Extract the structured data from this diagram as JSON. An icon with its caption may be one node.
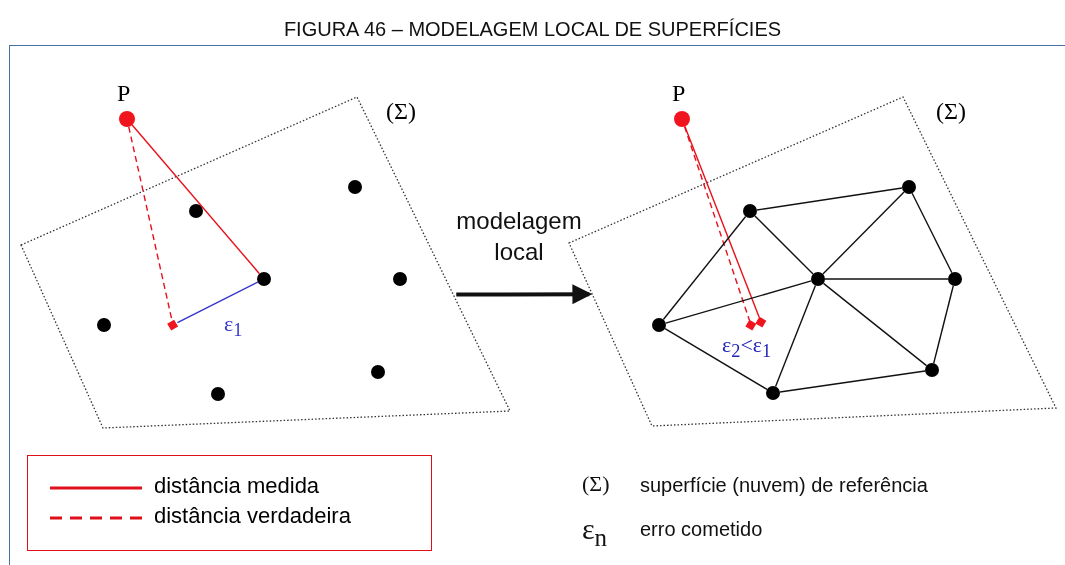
{
  "diagram": {
    "title": "FIGURA 46 – MODELAGEM LOCAL DE SUPERFÍCIES",
    "nodes": [
      {
        "text": [],
        "shape": "box",
        "beside": [
          "(Σ)"
        ]
      },
      {
        "text": [],
        "shape": "circle",
        "beside": [
          "P"
        ]
      },
      {
        "text": [],
        "shape": "diamond",
        "in": 0
      },
      {
        "text": [],
        "shape": "circle",
        "in": 0
      },
      {
        "text": [],
        "shape": "circle",
        "in": 0
      },
      {
        "text": [],
        "shape": "circle",
        "in": 0
      },
      {
        "text": [],
        "shape": "circle",
        "in": 0
      },
      {
        "text": [],
        "shape": "circle",
        "in": 0
      },
      {
        "text": [],
        "shape": "circle",
        "in": 0
      },
      {
        "text": [],
        "shape": "circle",
        "in": 0
      },
      {
        "text": [],
        "shape": "box",
        "beside": [
          "(Σ)"
        ]
      },
      {
        "text": [],
        "shape": "circle",
        "beside": [
          "P"
        ]
      },
      {
        "text": [],
        "shape": "diamond",
        "in": 10
      },
      {
        "text": [],
        "shape": "diamond",
        "in": 10
      },
      {
        "text": [],
        "shape": "circle",
        "in": 10
      },
      {
        "text": [],
        "shape": "circle",
        "in": 10
      },
      {
        "text": [],
        "shape": "circle",
        "in": 10
      },
      {
        "text": [],
        "shape": "circle",
        "in": 10
      },
      {
        "text": [],
        "shape": "circle",
        "in": 10
      },
      {
        "text": [],
        "shape": "circle",
        "in": 10
      },
      {
        "text": [],
        "shape": "circle",
        "in": 10
      }
    ],
    "edges": [
      {
        "from": 1,
        "to": 6,
        "arrow": "none",
        "color": "#e8101a"
      },
      {
        "from": 1,
        "to": 2,
        "arrow": "none",
        "style": "dashed",
        "color": "#e8101a"
      },
      {
        "from": 2,
        "to": 6,
        "arrow": "none",
        "label": "ε$_{1}$",
        "color": "#3333cc"
      },
      {
        "from": 0,
        "to": 10,
        "arrow": "to",
        "label": "modelagem local",
        "style": "thick"
      },
      {
        "from": 11,
        "to": 13,
        "arrow": "none",
        "color": "#e8101a"
      },
      {
        "from": 11,
        "to": 12,
        "arrow": "none",
        "style": "dashed",
        "color": "#e8101a"
      },
      {
        "from": 14,
        "to": 15,
        "arrow": "none"
      },
      {
        "from": 14,
        "to": 16,
        "arrow": "none"
      },
      {
        "from": 14,
        "to": 17,
        "arrow": "none"
      },
      {
        "from": 15,
        "to": 17,
        "arrow": "none"
      },
      {
        "from": 15,
        "to": 18,
        "arrow": "none"
      },
      {
        "from": 17,
        "to": 18,
        "arrow": "none"
      },
      {
        "from": 18,
        "to": 20,
        "arrow": "none"
      },
      {
        "from": 17,
        "to": 20,
        "arrow": "none"
      },
      {
        "from": 19,
        "to": 20,
        "arrow": "none"
      },
      {
        "from": 17,
        "to": 19,
        "arrow": "none"
      },
      {
        "from": 16,
        "to": 17,
        "arrow": "none"
      },
      {
        "from": 16,
        "to": 19,
        "arrow": "none"
      }
    ],
    "labels": [
      "ε$_{2}$<ε$_{1}$",
      "(Σ)",
      "superfície (nuvem) de referência",
      "ε$_{n}$",
      "erro cometido"
    ],
    "legend": [
      {
        "text": "distância medida"
      },
      {
        "text": "distância verdadeira"
      }
    ]
  }
}
